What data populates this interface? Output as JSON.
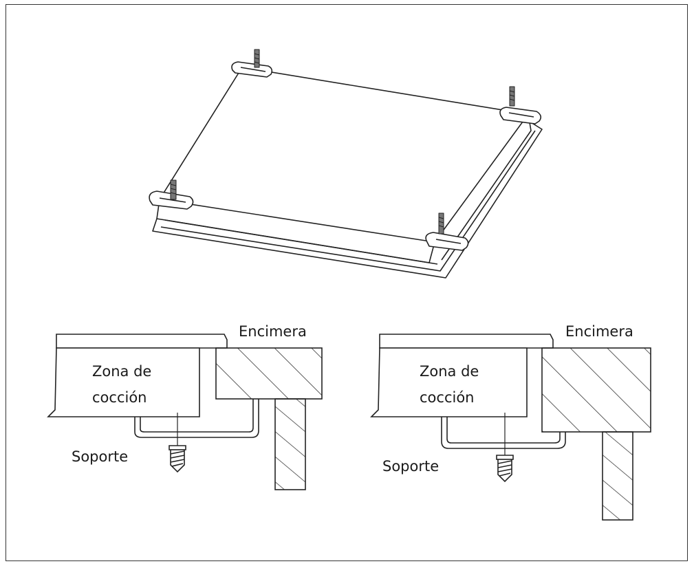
{
  "figure": {
    "left_detail": {
      "countertop_label": "Encimera",
      "cooking_zone_label_line1": "Zona de",
      "cooking_zone_label_line2": "cocción",
      "bracket_label": "Soporte"
    },
    "right_detail": {
      "countertop_label": "Encimera",
      "cooking_zone_label_line1": "Zona de",
      "cooking_zone_label_line2": "cocción",
      "bracket_label": "Soporte"
    }
  },
  "colors": {
    "line": "#222222",
    "hatch": "#333333",
    "frame": "#333333",
    "background": "#ffffff"
  }
}
